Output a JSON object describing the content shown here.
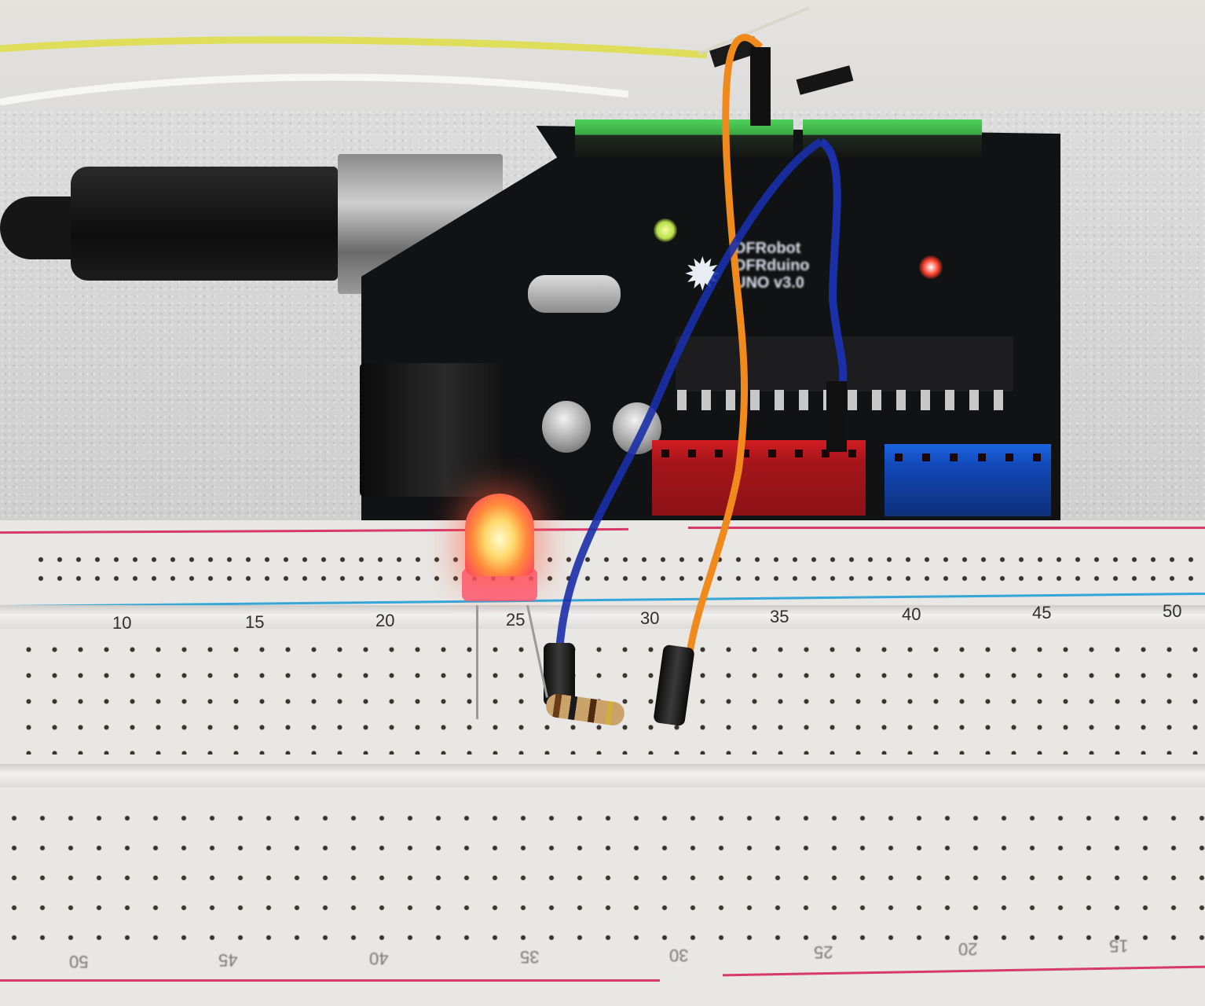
{
  "scene": {
    "description": "Arduino-compatible board connected to a solderless breadboard with a lit red LED and resistor",
    "board": {
      "logo_lines": [
        "DFRobot",
        "DFRduino",
        "UNO v3.0"
      ],
      "header_colors": {
        "digital": "#3fbf4a",
        "power": "#b8181d",
        "analog": "#1550c8"
      },
      "pcb_color": "#111214",
      "onboard_leds": [
        {
          "color": "green",
          "hex": "#c8f060"
        },
        {
          "color": "red",
          "hex": "#ff3c28"
        }
      ]
    },
    "breadboard": {
      "top_row_numbers": [
        "10",
        "15",
        "20",
        "25",
        "30",
        "35",
        "40",
        "45",
        "50"
      ],
      "bottom_row_numbers_mirrored": [
        "50",
        "45",
        "40",
        "35",
        "30",
        "25",
        "20",
        "15"
      ],
      "rail_colors": {
        "positive": "#d8386a",
        "negative": "#35a6d8"
      }
    },
    "led": {
      "color": "red",
      "state": "on",
      "glow_hex": "#ff8a3a"
    },
    "wires": [
      {
        "color": "orange",
        "hex": "#f08a1c"
      },
      {
        "color": "blue",
        "hex": "#1a2fa8"
      },
      {
        "color": "yellow",
        "hex": "#e0e050"
      },
      {
        "color": "white",
        "hex": "#f4f4f0"
      }
    ],
    "usb_cable": {
      "type": "USB-B",
      "color": "#161616"
    }
  }
}
